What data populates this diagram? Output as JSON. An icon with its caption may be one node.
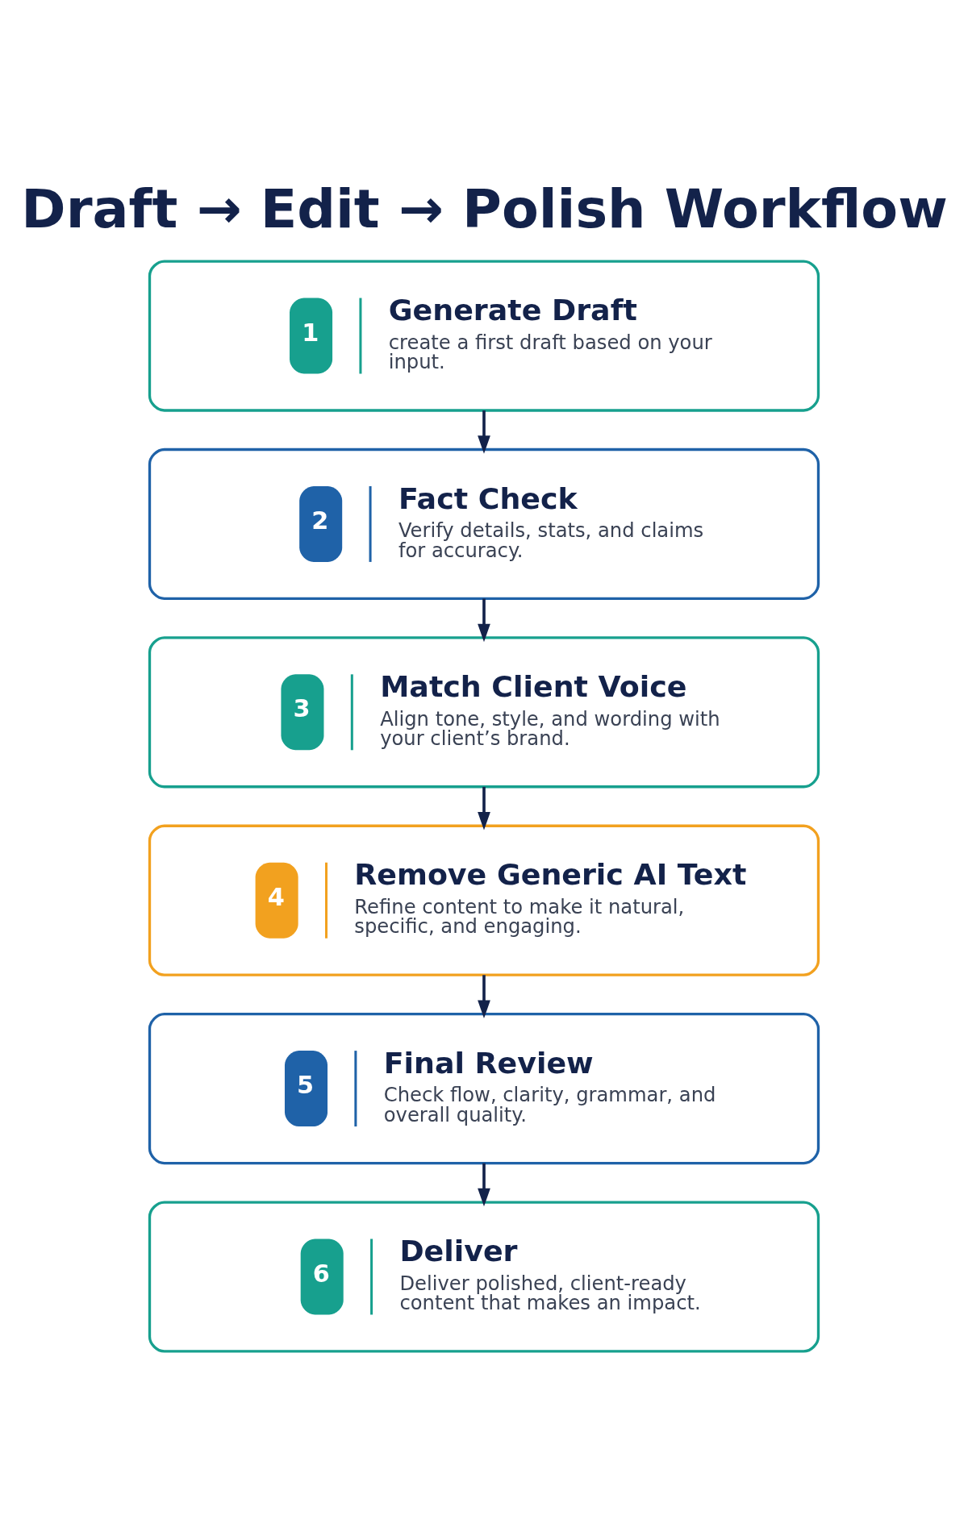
{
  "diagram": {
    "title": "Draft → Edit → Polish Workflow",
    "nodes": [
      {
        "text": [
          "1",
          "Generate Draft",
          "create a first draft based on your input."
        ]
      },
      {
        "text": [
          "2",
          "Fact Check",
          "Verify details, stats, and claims for accuracy."
        ]
      },
      {
        "text": [
          "3",
          "Match Client Voice",
          "Align tone, style, and wording with your client’s brand."
        ]
      },
      {
        "text": [
          "4",
          "Remove Generic AI Text",
          "Refine content to make it natural, specific, and engaging."
        ]
      },
      {
        "text": [
          "5",
          "Final Review",
          "Check flow, clarity, grammar, and overall quality."
        ]
      },
      {
        "text": [
          "6",
          "Deliver",
          "Deliver polished, client-ready content that makes an impact."
        ]
      }
    ],
    "edges": [
      {
        "from": 0,
        "to": 1,
        "arrow": "to"
      },
      {
        "from": 1,
        "to": 2,
        "arrow": "to"
      },
      {
        "from": 2,
        "to": 3,
        "arrow": "to"
      },
      {
        "from": 3,
        "to": 4,
        "arrow": "to"
      },
      {
        "from": 4,
        "to": 5,
        "arrow": "to"
      }
    ]
  }
}
